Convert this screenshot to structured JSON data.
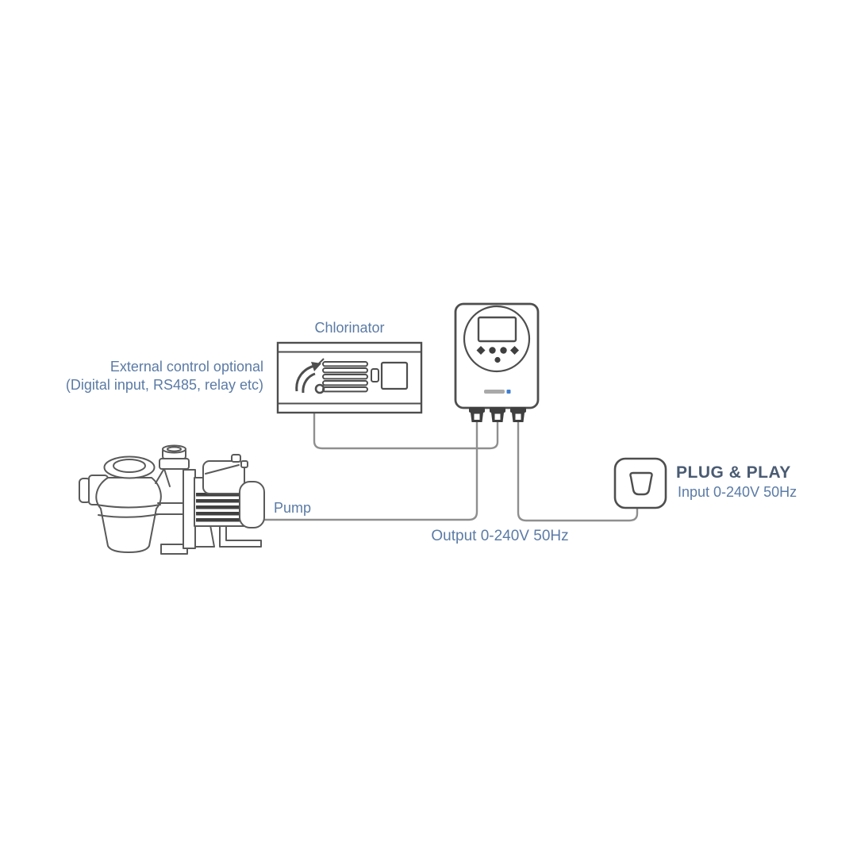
{
  "diagram": {
    "labels": {
      "chlorinator": "Chlorinator",
      "external_control_line1": "External control optional",
      "external_control_line2": "(Digital input, RS485, relay etc)",
      "pump": "Pump",
      "output": "Output 0-240V 50Hz",
      "plug_play_title": "PLUG & PLAY",
      "plug_play_subtitle": "Input 0-240V 50Hz"
    },
    "components": [
      {
        "name": "chlorinator-box",
        "icons": [
          "flow-sensor-icon",
          "cell-plates-icon",
          "cell-connector-icon",
          "cell-terminal-box-icon"
        ]
      },
      {
        "name": "controller-device",
        "icons": [
          "controller-screen",
          "controller-buttons",
          "brand-logo",
          "cable-glands"
        ]
      },
      {
        "name": "pump-illustration",
        "icons": [
          "inlet-port",
          "strainer-lid",
          "discharge-port",
          "motor-fins",
          "terminal-box",
          "end-cap"
        ]
      },
      {
        "name": "power-socket-icon",
        "icons": [
          "plug-face-icon"
        ]
      }
    ],
    "connections": [
      {
        "from": "chlorinator",
        "to": "controller-middle-gland"
      },
      {
        "from": "controller-left-gland",
        "to": "pump"
      },
      {
        "from": "controller-right-gland",
        "to": "power-socket"
      }
    ]
  },
  "colors": {
    "background": "#ffffff",
    "label_text": "#5b7ba6",
    "plug_title_text": "#4a5b73",
    "line": "#4e4e4e",
    "pump_line": "#5a5a5a",
    "wire": "#8f8f8f",
    "dark_fill": "#3f3f3f",
    "brand_accent": "#3f7fd2"
  }
}
